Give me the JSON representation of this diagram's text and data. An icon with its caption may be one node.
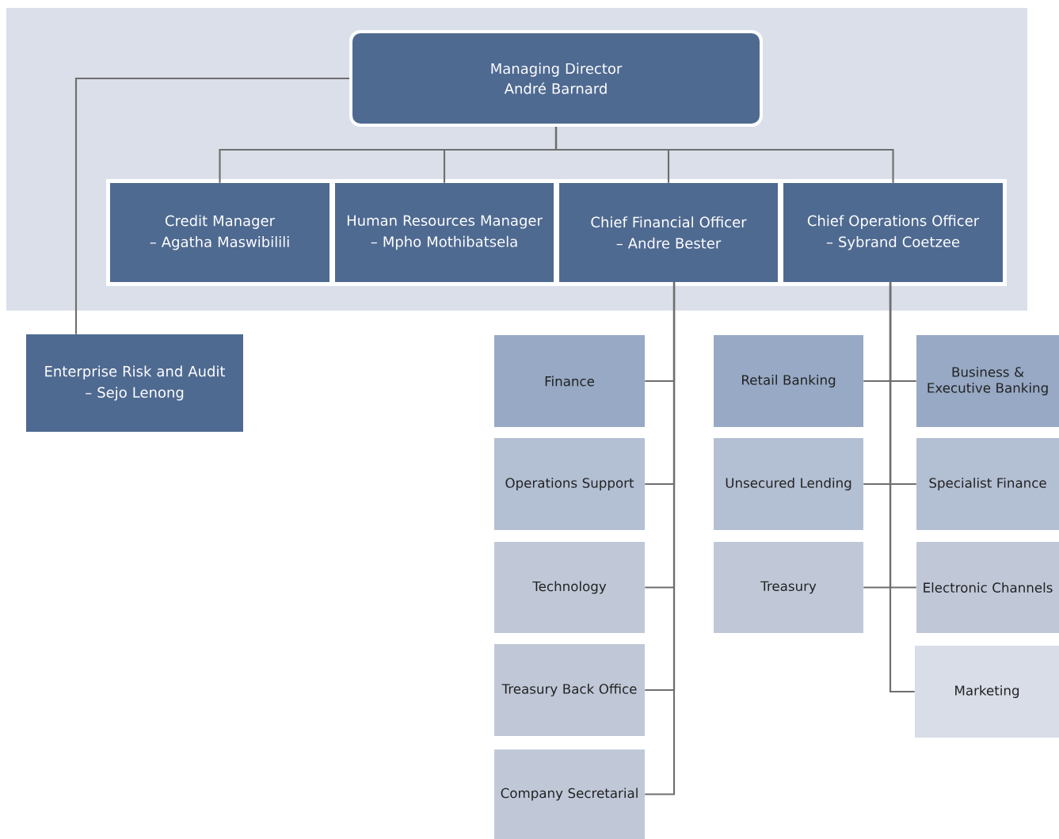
{
  "diagram": {
    "nodes": [
      {
        "text": [
          "Managing Director",
          "André Barnard"
        ]
      },
      {
        "text": [
          "Credit Manager",
          "– Agatha Maswibilili"
        ]
      },
      {
        "text": [
          "Human Resources Manager",
          "– Mpho Mothibatsela"
        ]
      },
      {
        "text": [
          "Chief Financial Officer",
          "– Andre Bester"
        ]
      },
      {
        "text": [
          "Chief Operations Officer",
          "– Sybrand Coetzee"
        ]
      },
      {
        "text": [
          "Enterprise Risk and Audit",
          "– Sejo Lenong"
        ]
      },
      {
        "text": [
          "Finance"
        ]
      },
      {
        "text": [
          "Operations Support"
        ]
      },
      {
        "text": [
          "Technology"
        ]
      },
      {
        "text": [
          "Treasury Back Office"
        ]
      },
      {
        "text": [
          "Company Secretarial"
        ]
      },
      {
        "text": [
          "Retail Banking"
        ]
      },
      {
        "text": [
          "Unsecured Lending"
        ]
      },
      {
        "text": [
          "Treasury"
        ]
      },
      {
        "text": [
          "Business & Executive Banking"
        ]
      },
      {
        "text": [
          "Specialist Finance"
        ]
      },
      {
        "text": [
          "Electronic Channels"
        ]
      },
      {
        "text": [
          "Marketing"
        ]
      }
    ],
    "edges": [
      {
        "from": 0,
        "to": 1,
        "arrow": "none"
      },
      {
        "from": 0,
        "to": 2,
        "arrow": "none"
      },
      {
        "from": 0,
        "to": 3,
        "arrow": "none"
      },
      {
        "from": 0,
        "to": 4,
        "arrow": "none"
      },
      {
        "from": 0,
        "to": 5,
        "arrow": "none"
      },
      {
        "from": 3,
        "to": 6,
        "arrow": "none"
      },
      {
        "from": 3,
        "to": 7,
        "arrow": "none"
      },
      {
        "from": 3,
        "to": 8,
        "arrow": "none"
      },
      {
        "from": 3,
        "to": 9,
        "arrow": "none"
      },
      {
        "from": 3,
        "to": 10,
        "arrow": "none"
      },
      {
        "from": 4,
        "to": 11,
        "arrow": "none"
      },
      {
        "from": 4,
        "to": 12,
        "arrow": "none"
      },
      {
        "from": 4,
        "to": 13,
        "arrow": "none"
      },
      {
        "from": 4,
        "to": 14,
        "arrow": "none"
      },
      {
        "from": 4,
        "to": 15,
        "arrow": "none"
      },
      {
        "from": 4,
        "to": 16,
        "arrow": "none"
      },
      {
        "from": 4,
        "to": 17,
        "arrow": "none"
      }
    ]
  }
}
